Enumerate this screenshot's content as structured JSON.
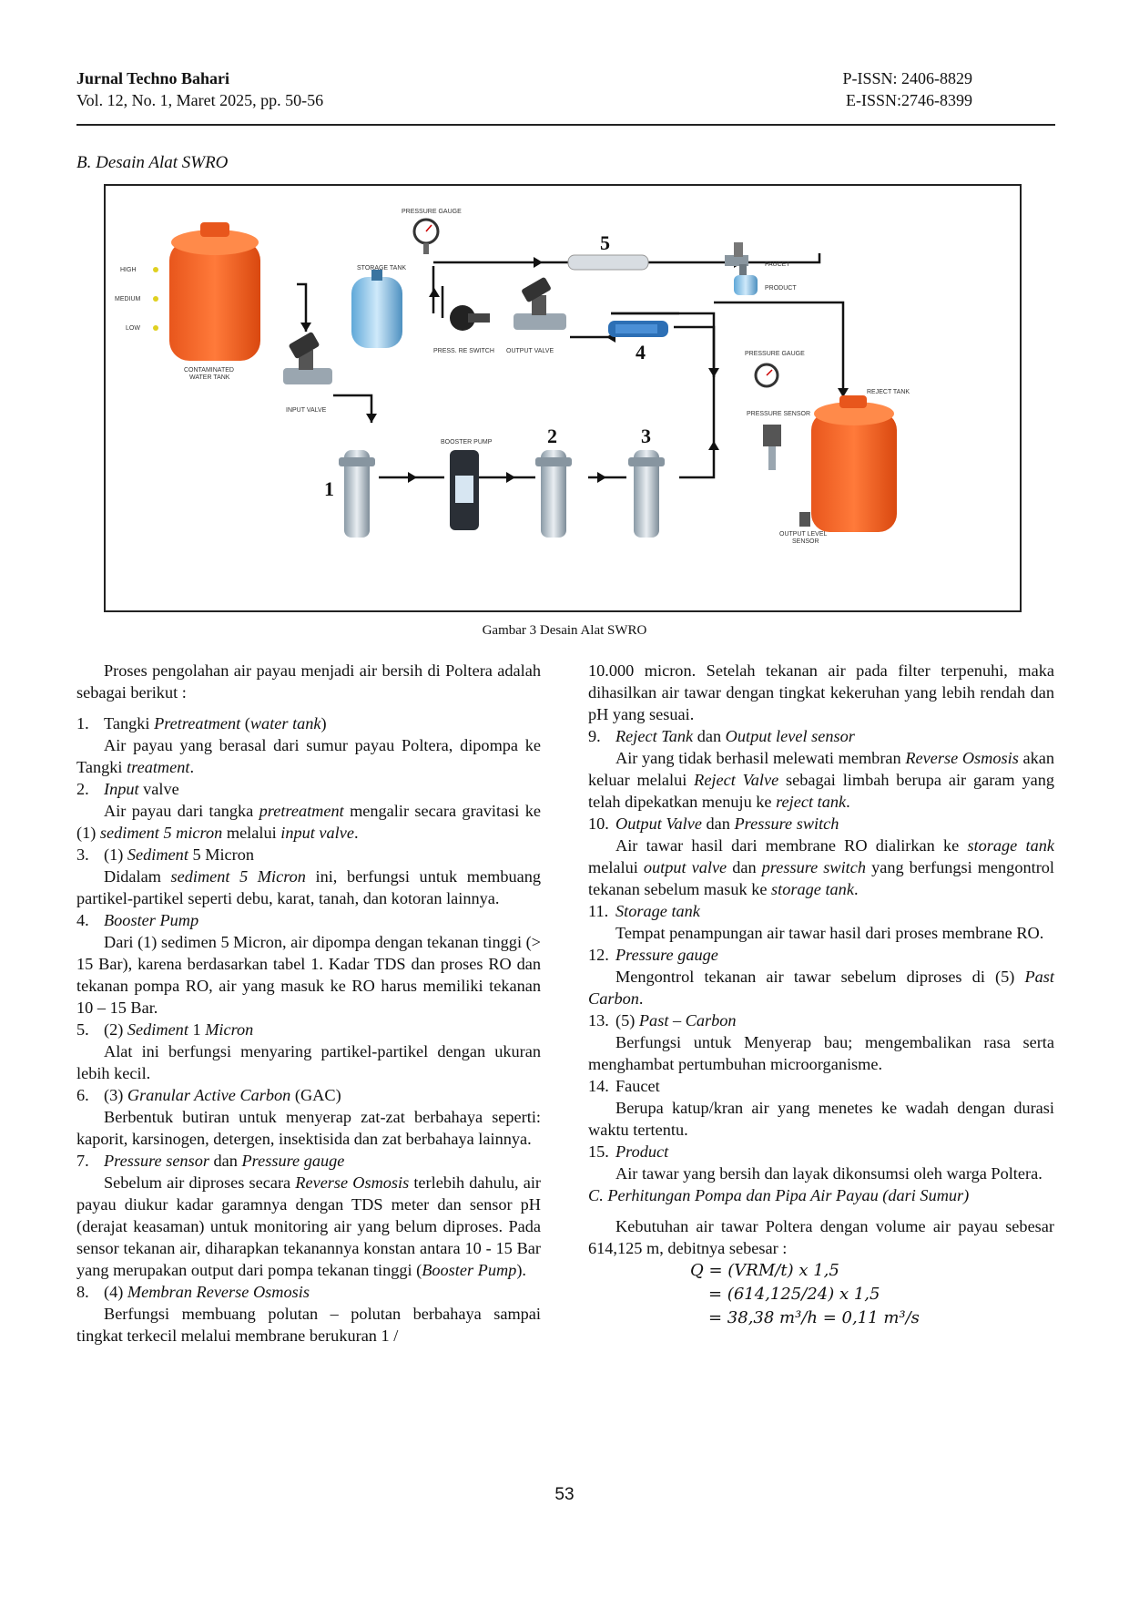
{
  "header": {
    "journal": "Jurnal Techno Bahari",
    "volume": "Vol. 12, No. 1, Maret 2025, pp. 50-56",
    "pissn": "P-ISSN: 2406-8829",
    "eissn": "E-ISSN:2746-8399"
  },
  "section_b": "B.  Desain Alat SWRO",
  "figure": {
    "labels": {
      "pressure_gauge_top": "PRESSURE GAUGE",
      "storage_tank": "STORAGE TANK",
      "high": "HIGH",
      "medium": "MEDIUM",
      "low": "LOW",
      "contaminated_tank": "CONTAMINATED",
      "contaminated_tank2": "WATER TANK",
      "input_valve": "INPUT VALVE",
      "press_switch": "PRESS. RE SWITCH",
      "output_valve": "OUTPUT VALVE",
      "faucet": "FAUCET",
      "product": "PRODUCT",
      "pressure_gauge_right": "PRESSURE GAUGE",
      "reject_tank": "REJECT TANK",
      "pressure_sensor": "PRESSURE SENSOR",
      "booster_pump": "BOOSTER PUMP",
      "output_level_sensor": "OUTPUT LEVEL",
      "output_level_sensor2": "SENSOR",
      "n1": "1",
      "n2": "2",
      "n3": "3",
      "n4": "4",
      "n5": "5"
    },
    "caption": "Gambar 3 Desain Alat SWRO"
  },
  "left": {
    "intro": "Proses pengolahan air payau menjadi air bersih di Poltera adalah sebagai berikut :",
    "items": [
      {
        "num": "1.",
        "title_a": "Tangki ",
        "title_i": "Pretreatment",
        "title_b": " (",
        "title_i2": "water tank",
        "title_c": ")",
        "body": "Air payau yang berasal dari sumur payau Poltera, dipompa ke Tangki ",
        "body_i": "treatment",
        "body_end": "."
      },
      {
        "num": "2.",
        "title_i": "Input",
        "title_b": " valve",
        "b1": "Air payau dari tangka ",
        "b1_i": "pretreatment",
        "b2": " mengalir secara gravitasi ke (1) ",
        "b2_i": "sediment 5 micron",
        "b3": " melalui ",
        "b3_i": "input valve",
        "b4": "."
      },
      {
        "num": "3.",
        "title_a": "(1) ",
        "title_i": "Sediment",
        "title_b": " 5 Micron",
        "b1": "Didalam ",
        "b1_i": "sediment 5 Micron",
        "b2": " ini, berfungsi untuk membuang partikel-partikel seperti debu, karat, tanah, dan kotoran lainnya."
      },
      {
        "num": "4.",
        "title_i": "Booster Pump",
        "body": "Dari (1) sedimen 5 Micron, air dipompa dengan tekanan tinggi (> 15 Bar), karena berdasarkan tabel 1. Kadar TDS dan proses RO dan tekanan pompa RO, air yang masuk ke RO harus memiliki tekanan 10 – 15 Bar."
      },
      {
        "num": "5.",
        "title_a": "(2) ",
        "title_i": "Sediment",
        "title_b": " 1 ",
        "title_i2": "Micron",
        "body": "Alat ini berfungsi menyaring partikel-partikel dengan ukuran lebih kecil."
      },
      {
        "num": "6.",
        "title_a": "(3) ",
        "title_i": "Granular Active Carbon",
        "title_b": " (GAC)",
        "body": "Berbentuk butiran untuk menyerap zat-zat berbahaya seperti: kaporit, karsinogen, detergen, insektisida dan zat berbahaya lainnya."
      },
      {
        "num": "7.",
        "title_i": "Pressure sensor",
        "title_b": " dan ",
        "title_i2": "Pressure gauge",
        "b1": "Sebelum air diproses secara ",
        "b1_i": "Reverse Osmosis",
        "b2": " terlebih dahulu, air payau diukur kadar garamnya dengan TDS meter dan  sensor pH (derajat keasaman) untuk monitoring air yang belum diproses. Pada sensor tekanan air, diharapkan tekanannya konstan antara 10 - 15 Bar yang merupakan output dari pompa tekanan tinggi (",
        "b2_i": "Booster Pump",
        "b3": ")."
      },
      {
        "num": "8.",
        "title_a": "(4) ",
        "title_i": "Membran Reverse Osmosis",
        "body": "Berfungsi membuang polutan – polutan berbahaya sampai tingkat terkecil melalui membrane berukuran 1 /"
      }
    ]
  },
  "right": {
    "cont": "10.000 micron.  Setelah tekanan air pada filter terpenuhi, maka dihasilkan air tawar dengan tingkat kekeruhan yang lebih rendah dan pH yang sesuai.",
    "items": [
      {
        "num": "9.",
        "title_i": "Reject Tank",
        "title_b": " dan ",
        "title_i2": "Output level sensor",
        "b1": "Air yang tidak berhasil melewati membran ",
        "b1_i": "Reverse Osmosis",
        "b2": " akan keluar melalui ",
        "b2_i": "Reject Valve",
        "b3": " sebagai limbah berupa air garam yang telah dipekatkan menuju ke ",
        "b3_i": "reject tank",
        "b4": "."
      },
      {
        "num": "10.",
        "title_i": "Output Valve",
        "title_b": " dan ",
        "title_i2": "Pressure switch",
        "b1": "Air tawar hasil dari membrane RO dialirkan ke ",
        "b1_i": "storage tank",
        "b2": " melalui ",
        "b2_i": "output valve",
        "b3": " dan ",
        "b3_i": "pressure switch",
        "b4": " yang berfungsi mengontrol tekanan sebelum masuk ke ",
        "b4_i": "storage tank",
        "b5": "."
      },
      {
        "num": "11.",
        "title_i": "Storage tank",
        "body": "Tempat penampungan air tawar hasil dari proses membrane RO."
      },
      {
        "num": "12.",
        "title_i": "Pressure gauge",
        "b1": "Mengontrol tekanan air tawar sebelum diproses di (5) ",
        "b1_i": "Past Carbon",
        "b2": "."
      },
      {
        "num": "13.",
        "title_a": "(5) ",
        "title_i": "Past – Carbon",
        "body": "Berfungsi untuk Menyerap bau; mengembalikan rasa serta menghambat pertumbuhan microorganisme."
      },
      {
        "num": "14.",
        "title_a": "Faucet",
        "body": "Berupa katup/kran air yang menetes ke wadah dengan durasi waktu tertentu."
      },
      {
        "num": "15.",
        "title_i": "Product",
        "body": "Air tawar yang bersih dan layak dikonsumsi oleh warga Poltera."
      }
    ],
    "sec_c": "C.  Perhitungan Pompa dan Pipa Air Payau (dari Sumur)",
    "calc_intro": "Kebutuhan air tawar Poltera dengan volume air payau sebesar 614,125 m, debitnya sebesar :",
    "f1": "Q = (VRM/t) x 1,5",
    "f2": "= (614,125/24) x 1,5",
    "f3": "= 38,38 m³/h  = 0,11 m³/s"
  },
  "page_number": "53"
}
